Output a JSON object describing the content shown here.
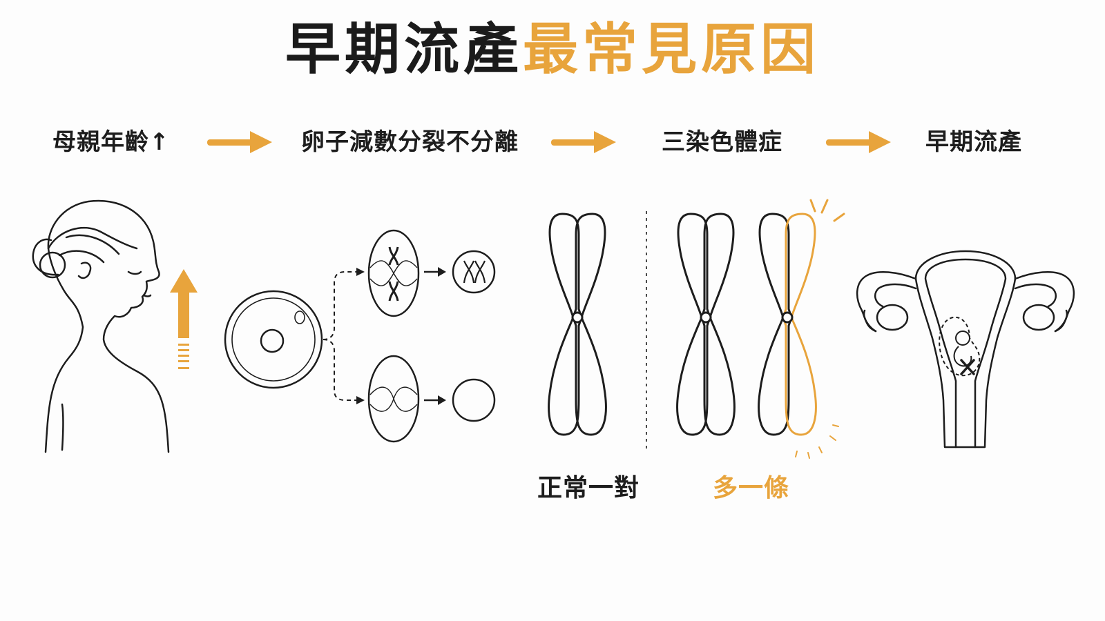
{
  "title": {
    "main": "早期流產",
    "highlight": "最常見原因"
  },
  "steps": [
    {
      "label": "母親年齡↑"
    },
    {
      "label": "卵子減數分裂不分離"
    },
    {
      "label": "三染色體症"
    },
    {
      "label": "早期流產"
    }
  ],
  "captions": {
    "normal": "正常一對",
    "extra": "多一條"
  },
  "colors": {
    "accent": "#e8a43c",
    "ink": "#1d1d1d",
    "background": "#fdfdfd"
  },
  "icons": [
    "woman-profile-icon",
    "up-arrow-icon",
    "egg-cell-icon",
    "dividing-cell-icon",
    "chromosome-icon",
    "extra-chromosome-icon",
    "uterus-icon",
    "embryo-icon"
  ]
}
